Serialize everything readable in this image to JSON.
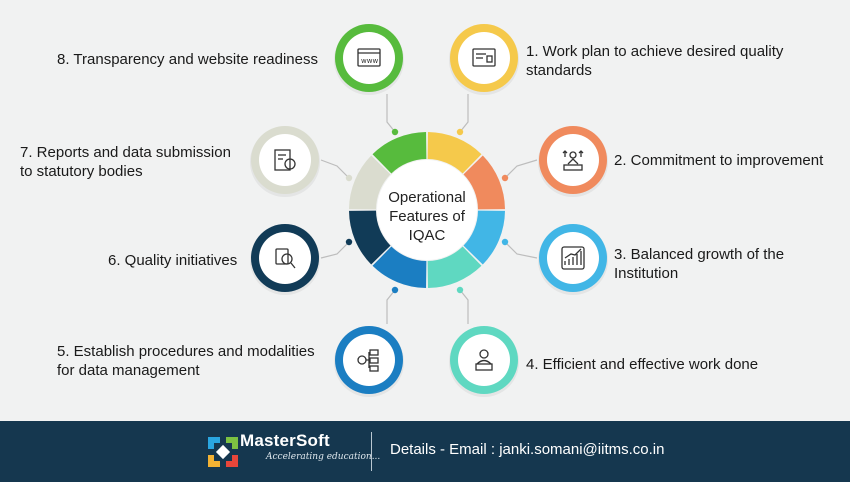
{
  "diagram": {
    "center_title": "Operational\nFeatures of\nIQAC",
    "features": [
      {
        "label": "1. Work plan to achieve desired quality\nstandards",
        "icon": "blueprint-icon",
        "color": "#f5c94b"
      },
      {
        "label": "2. Commitment to improvement",
        "icon": "podium-leader-icon",
        "color": "#f08a5d"
      },
      {
        "label": "3. Balanced growth of the\nInstitution",
        "icon": "growth-chart-icon",
        "color": "#41b6e6"
      },
      {
        "label": "4. Efficient and effective work done",
        "icon": "worker-laptop-icon",
        "color": "#5fd8c1"
      },
      {
        "label": "5. Establish procedures and modalities\nfor data management",
        "icon": "data-flow-icon",
        "color": "#1b7ec2"
      },
      {
        "label": "6. Quality initiatives",
        "icon": "quality-inspection-icon",
        "color": "#113b57"
      },
      {
        "label": "7. Reports and data submission\nto statutory bodies",
        "icon": "report-document-icon",
        "color": "#dadccf"
      },
      {
        "label": "8. Transparency and website readiness",
        "icon": "website-www-icon",
        "color": "#57bb3d"
      }
    ]
  },
  "footer": {
    "brand": "MasterSoft",
    "tagline": "Accelerating education...",
    "details": "Details - Email : janki.somani@iitms.co.in"
  }
}
